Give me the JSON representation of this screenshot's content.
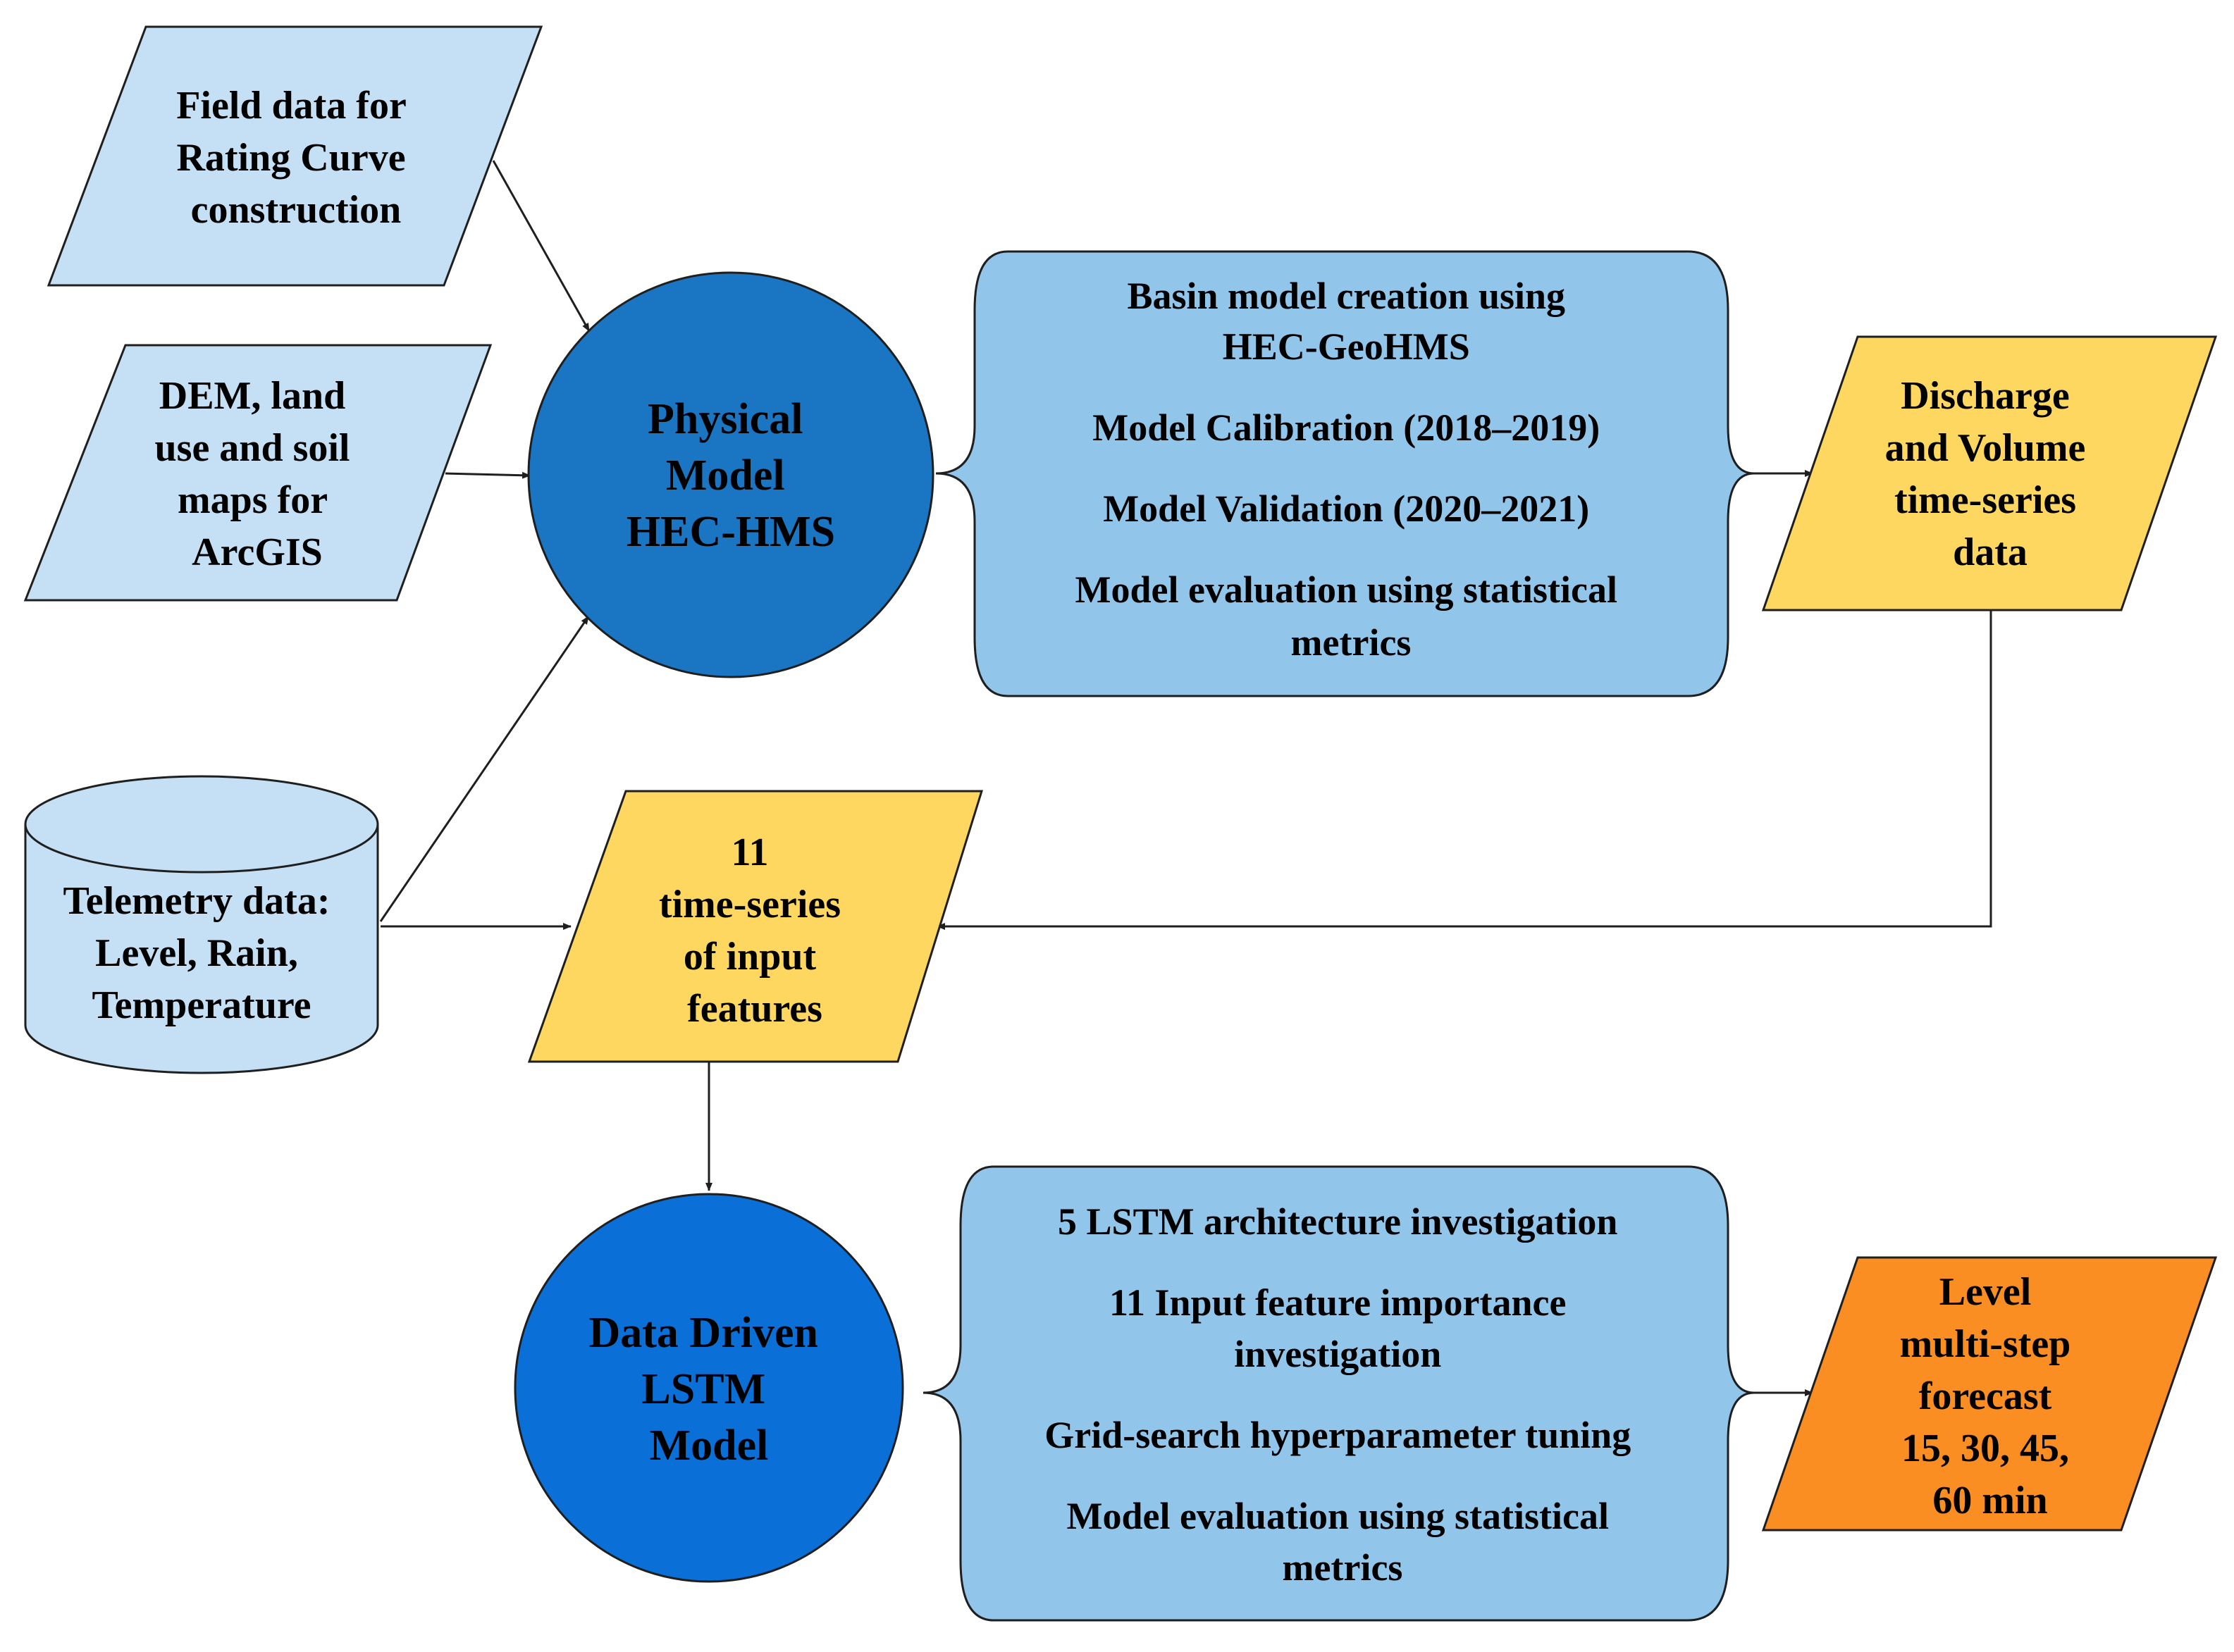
{
  "colors": {
    "light_blue": "#c5e0f4",
    "process_blue": "#92c5ea",
    "physical_model_blue": "#1a76c3",
    "lstm_blue": "#0a70d8",
    "yellow": "#fdd75f",
    "orange": "#fa8e23",
    "stroke": "#1f1f1f"
  },
  "inputs": {
    "field_data": [
      "Field data for",
      "Rating Curve",
      "construction"
    ],
    "dem": [
      "DEM, land",
      "use and soil",
      "maps for",
      "ArcGIS"
    ],
    "telemetry": [
      "Telemetry data:",
      "Level, Rain,",
      "Temperature"
    ]
  },
  "physical_model": [
    "Physical",
    "Model",
    "HEC-HMS"
  ],
  "physical_steps": [
    [
      "Basin model creation using",
      "HEC-GeoHMS"
    ],
    [
      "Model Calibration (2018–2019)"
    ],
    [
      "Model Validation (2020–2021)"
    ],
    [
      "Model evaluation using statistical",
      "metrics"
    ]
  ],
  "discharge_output": [
    "Discharge",
    "and Volume",
    "time-series",
    "data"
  ],
  "input_features": [
    "11",
    "time-series",
    "of input",
    "features"
  ],
  "lstm_model": [
    "Data Driven",
    "LSTM",
    "Model"
  ],
  "lstm_steps": [
    [
      "5 LSTM architecture investigation"
    ],
    [
      "11 Input feature importance",
      "investigation"
    ],
    [
      "Grid-search hyperparameter tuning"
    ],
    [
      "Model evaluation using statistical",
      "metrics"
    ]
  ],
  "forecast_output": [
    "Level",
    "multi-step",
    "forecast",
    "15, 30, 45,",
    "60 min"
  ]
}
